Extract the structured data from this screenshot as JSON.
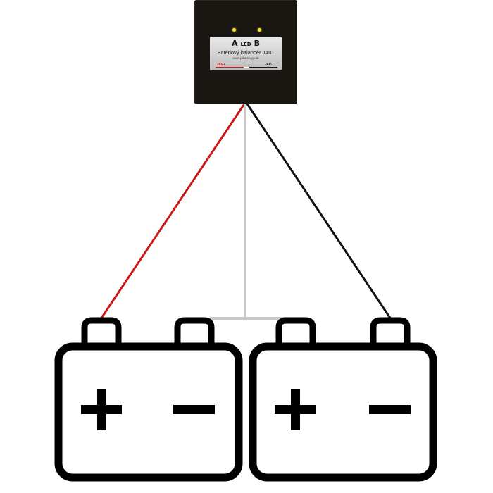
{
  "device": {
    "led_a_label": "A",
    "led_word": "LED",
    "led_b_label": "B",
    "model": "Batériový balancér JA01",
    "url": "www.pikama-gx.sk",
    "terminal_plus": "24V+",
    "terminal_minus": "24V-",
    "led_color": "#f7e21a",
    "case_color": "#1a1612"
  },
  "wires": {
    "positive_color": "#c81818",
    "midpoint_color": "#c8c8c8",
    "negative_color": "#111111"
  },
  "batteries": [
    {
      "positive_symbol": "+",
      "negative_symbol": "−"
    },
    {
      "positive_symbol": "+",
      "negative_symbol": "−"
    }
  ]
}
